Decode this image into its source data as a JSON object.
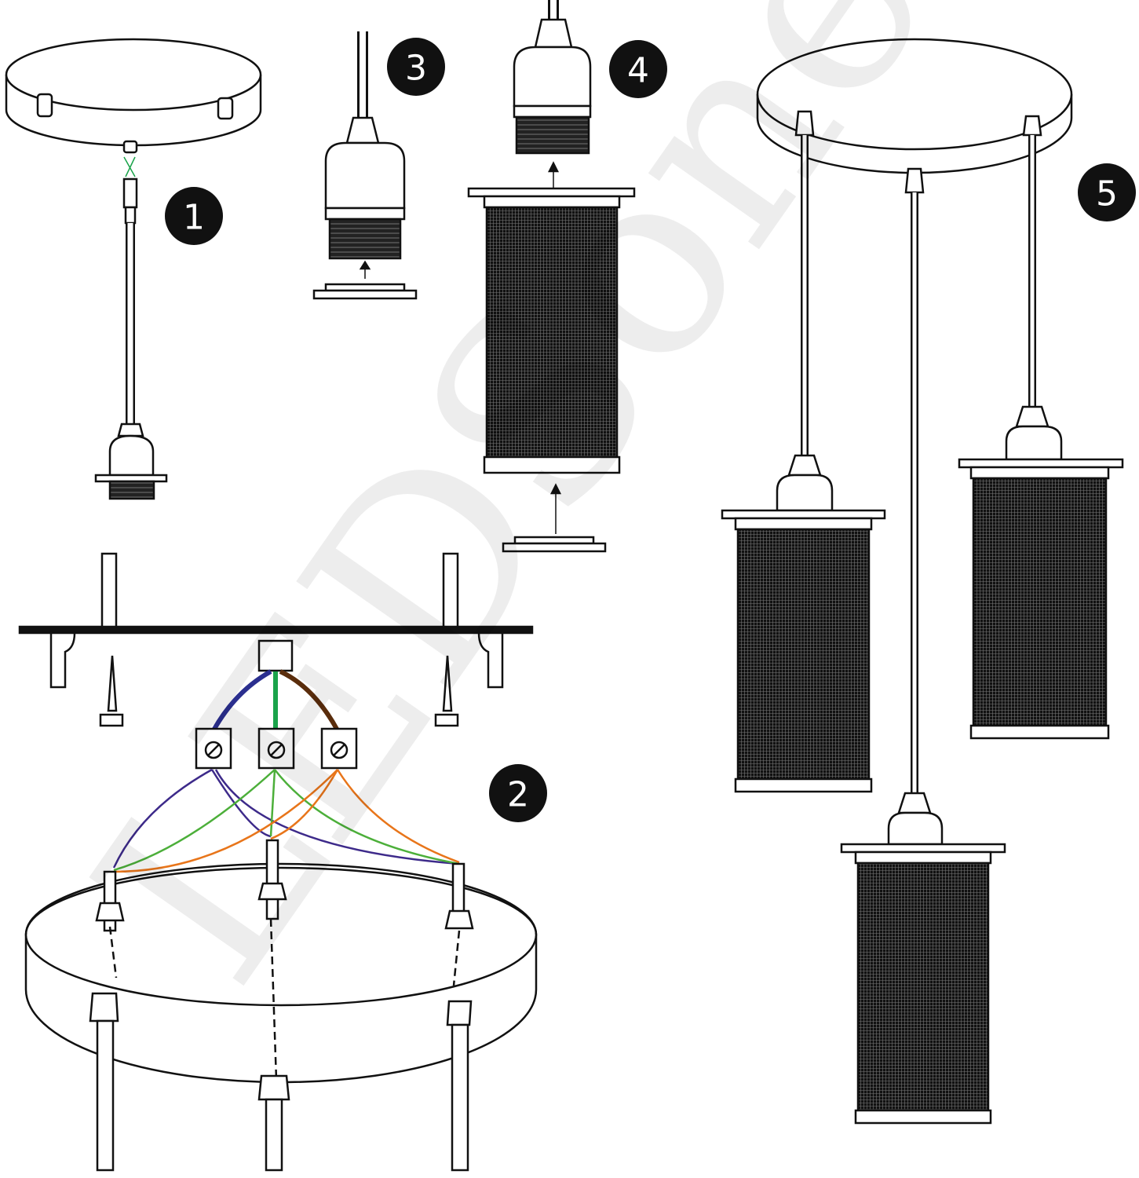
{
  "diagram": {
    "type": "installation-steps",
    "steps": [
      {
        "number": "1"
      },
      {
        "number": "2"
      },
      {
        "number": "3"
      },
      {
        "number": "4"
      },
      {
        "number": "5"
      }
    ],
    "watermark": "LEDSone",
    "wire_colors": {
      "blue": "#2b2f8f",
      "green": "#1aa34a",
      "brown": "#5a2d0c",
      "purple": "#3d2a8a",
      "lightgreen": "#4caf3a",
      "orange": "#e8751a"
    },
    "shade_color": "#111111"
  }
}
